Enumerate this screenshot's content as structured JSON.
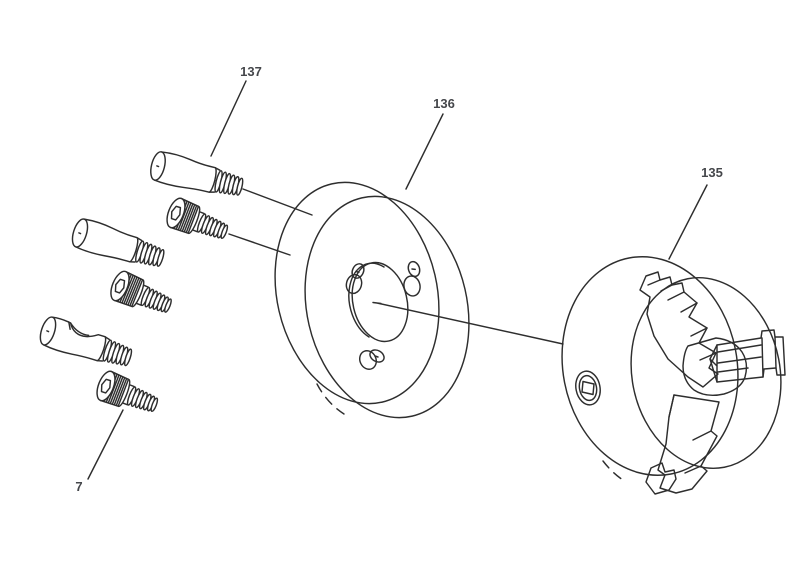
{
  "diagram": {
    "colors": {
      "background": "#ffffff",
      "line": "#2e2e2e",
      "label": "#45474b"
    },
    "callouts": {
      "stud_upper": {
        "label": "137"
      },
      "adapter_plate": {
        "label": "136"
      },
      "chuck": {
        "label": "135"
      },
      "cap_screw_lower": {
        "label": "7"
      }
    }
  }
}
